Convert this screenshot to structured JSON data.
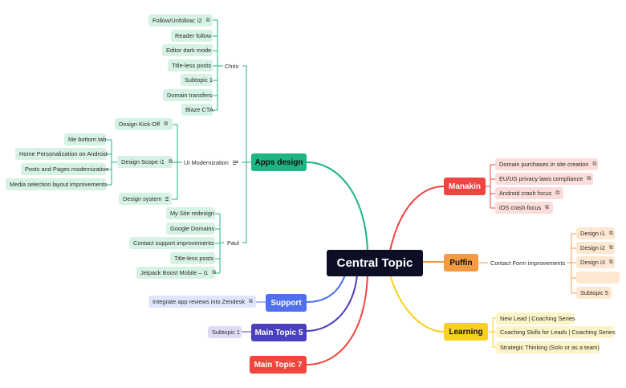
{
  "central": "Central Topic",
  "main_topics": {
    "apps_design": "Apps design",
    "support": "Support",
    "main_topic_5": "Main Topic 5",
    "main_topic_7": "Main Topic 7",
    "manakin": "Manakin",
    "puffin": "Puffin",
    "learning": "Learning"
  },
  "apps_design": {
    "chris": "Chris",
    "chris_items": [
      "Follow/Unfollow: i2",
      "Reader follow",
      "Editor dark mode",
      "Title-less posts",
      "Subtopic 1",
      "Domain transfers",
      "Blaze CTA"
    ],
    "ui_modernization": "UI Modernization",
    "design_kickoff": "Design Kick-Off",
    "design_scope": "Design Scope i1",
    "scope_items": [
      "Me bottom tab",
      "Home Personalization on Android",
      "Posts and Pages modernization",
      "Media selection layout improvements"
    ],
    "design_system": "Design system",
    "paul": "Paul",
    "paul_items": [
      "My Site redesign",
      "Google Domains",
      "Contact support improvements",
      "Title-less posts",
      "Jetpack Boost Mobile – i1"
    ]
  },
  "support": {
    "items": [
      "Integrate app reviews into Zendesk"
    ]
  },
  "main_topic_5": {
    "items": [
      "Subtopic 1"
    ]
  },
  "manakin": {
    "items": [
      "Domain purchases in site creation",
      "EU/US privacy laws compliance",
      "Android crash focus",
      "iOS crash focus"
    ]
  },
  "puffin": {
    "contact_form": "Contact Form improvements",
    "items": [
      "Design i1",
      "Design i2",
      "Design i3",
      "",
      "Subtopic 5"
    ]
  },
  "learning": {
    "items": [
      "New Lead | Coaching Series",
      "Coaching Skills for Leads | Coaching Series",
      "Strategic Thinking (Solo or as a team)"
    ]
  },
  "icons": {
    "link": "external-link-icon",
    "notes": "notes-icon"
  },
  "colors": {
    "apps_design": "#1db580",
    "support": "#4f6ff0",
    "main_topic_5": "#4a3fbf",
    "main_topic_7": "#f2453d",
    "manakin": "#ef4440",
    "puffin": "#f39a43",
    "learning": "#f7d020",
    "central": "#0d0e26"
  }
}
